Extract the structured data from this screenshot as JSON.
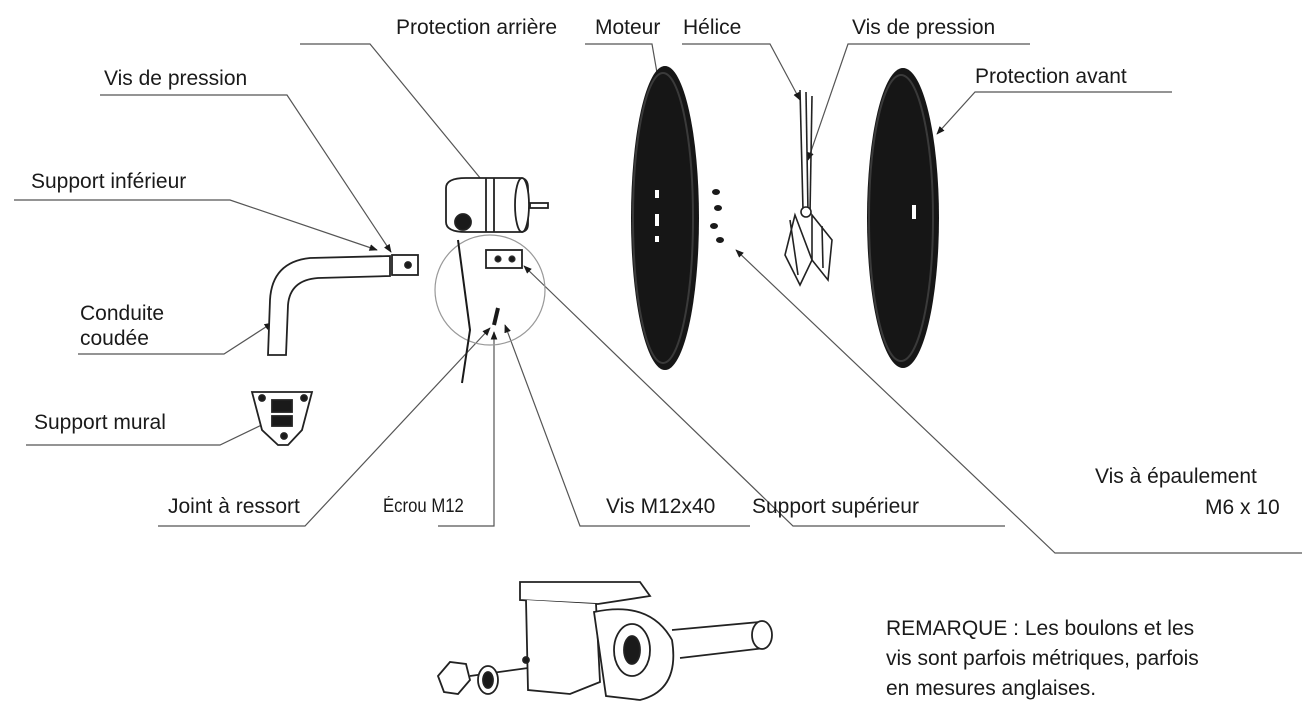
{
  "labels": {
    "protection_arriere": "Protection arrière",
    "moteur": "Moteur",
    "helice": "Hélice",
    "vis_pression_top": "Vis de pression",
    "vis_pression_left": "Vis de pression",
    "protection_avant": "Protection avant",
    "support_inferieur": "Support inférieur",
    "conduite_line1": "Conduite",
    "conduite_line2": "coudée",
    "support_mural": "Support mural",
    "joint_ressort": "Joint à ressort",
    "ecrou": "Écrou M12",
    "vis_m12": "Vis M12x40",
    "support_superieur": "Support supérieur",
    "vis_epaulement_line1": "Vis à épaulement",
    "vis_epaulement_line2": "M6 x 10"
  },
  "remark": {
    "line1": "REMARQUE : Les boulons et les",
    "line2": "vis sont parfois métriques, parfois",
    "line3": "en mesures anglaises."
  },
  "colors": {
    "ink": "#1a1a1a",
    "part_fill": "#161616"
  }
}
